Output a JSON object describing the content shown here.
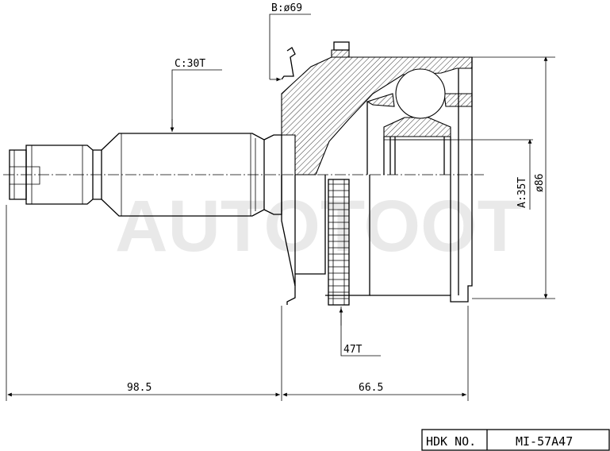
{
  "watermark": "AUTOTOOT",
  "labels": {
    "b_dim": "B:ø69",
    "c_dim": "C:30T",
    "a_dim": "A:35T",
    "outer_dia": "ø86",
    "abs_ring": "47T",
    "length_shaft": "98.5",
    "length_body": "66.5"
  },
  "title_block": {
    "label": "HDK NO.",
    "value": "MI-57A47"
  }
}
